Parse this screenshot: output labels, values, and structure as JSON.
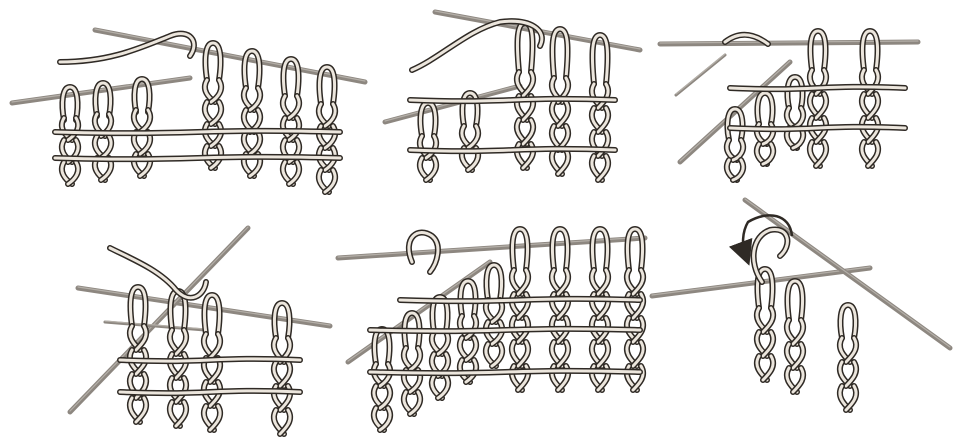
{
  "colors": {
    "background": "#ffffff",
    "needle": "#8d8780",
    "needle_shade": "#b4afa8",
    "yarn_outline": "#2f2a25",
    "yarn_fill": "#ece6dd"
  },
  "panels": [
    {
      "id": "panel-1",
      "row": "top",
      "order": 1,
      "depicts": "two-needles-with-ribbed-loops",
      "loops_left_needle": 3,
      "loops_right_needle": 4
    },
    {
      "id": "panel-2",
      "row": "top",
      "order": 2,
      "depicts": "two-needles-slipped-stitches",
      "loops_left_needle": 2,
      "loops_right_needle": 3
    },
    {
      "id": "panel-3",
      "row": "top",
      "order": 3,
      "depicts": "crossed-needle-through-loops",
      "loops_left_needle": 3,
      "loops_right_needle": 2
    },
    {
      "id": "panel-4",
      "row": "bottom",
      "order": 4,
      "depicts": "crossing-needles-knit-stitch",
      "loops_left_needle": 3,
      "loops_right_needle": 1
    },
    {
      "id": "panel-5",
      "row": "bottom",
      "order": 5,
      "depicts": "diagonal-needle-with-knitted-fabric",
      "loops_left_needle": 5,
      "loops_right_needle": 4
    },
    {
      "id": "panel-6",
      "row": "bottom",
      "order": 6,
      "depicts": "wrap-yarn-direction-arrow",
      "loops_left_needle": 2,
      "loops_right_needle": 1
    }
  ],
  "icons": [
    "arrow-curved-icon",
    "knitting-needle-icon",
    "yarn-loop-icon"
  ]
}
